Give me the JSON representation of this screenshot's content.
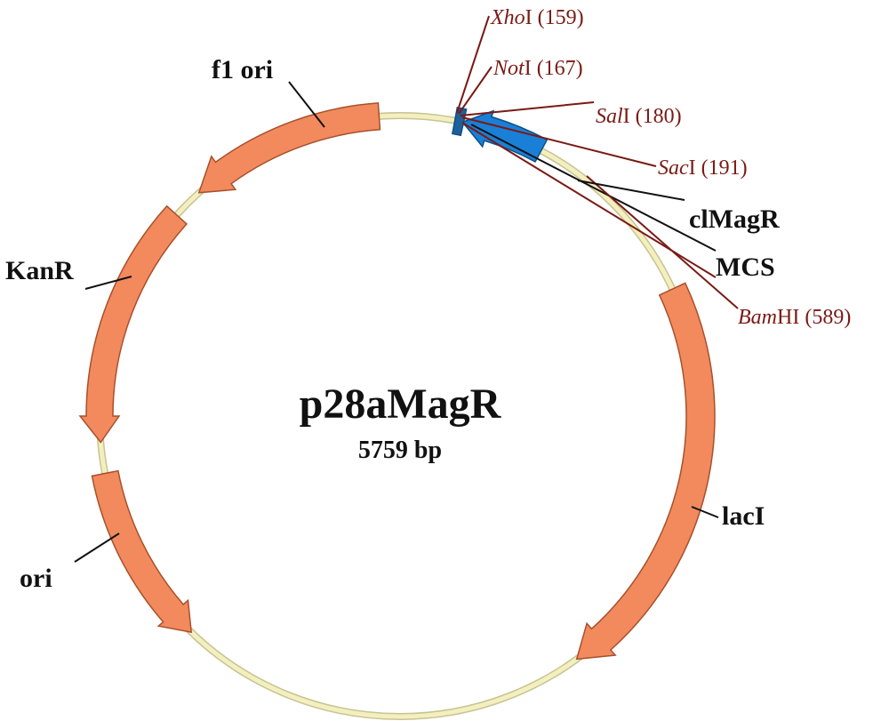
{
  "plasmid": {
    "name": "p28aMagR",
    "size": "5759 bp"
  },
  "colors": {
    "backbone": "#f3efc0",
    "backbone_edge": "#c8c490",
    "feature_fill": "#f28a5e",
    "feature_edge": "#a8502c",
    "insert_fill": "#1a7fd6",
    "insert_edge": "#0d4f8a",
    "mcs_fill": "#1f5f9a",
    "site_text": "#7a1a14",
    "site_line": "#7a1a14",
    "leader": "#111111"
  },
  "features": [
    {
      "id": "f1-ori",
      "label": "f1 ori"
    },
    {
      "id": "kanr",
      "label": "KanR"
    },
    {
      "id": "ori",
      "label": "ori"
    },
    {
      "id": "laci",
      "label": "lacI"
    },
    {
      "id": "clmagr",
      "label": "clMagR"
    },
    {
      "id": "mcs",
      "label": "MCS"
    }
  ],
  "sites": [
    {
      "id": "xhoi",
      "name": "Xho",
      "suffix": "I",
      "pos": "(159)"
    },
    {
      "id": "noti",
      "name": "Not",
      "suffix": "I",
      "pos": "(167)"
    },
    {
      "id": "sali",
      "name": "Sal",
      "suffix": "I",
      "pos": "(180)"
    },
    {
      "id": "saci",
      "name": "Sac",
      "suffix": "I",
      "pos": "(191)"
    },
    {
      "id": "bamhi",
      "name": "Bam",
      "suffix": "HI",
      "pos": "(589)"
    }
  ]
}
